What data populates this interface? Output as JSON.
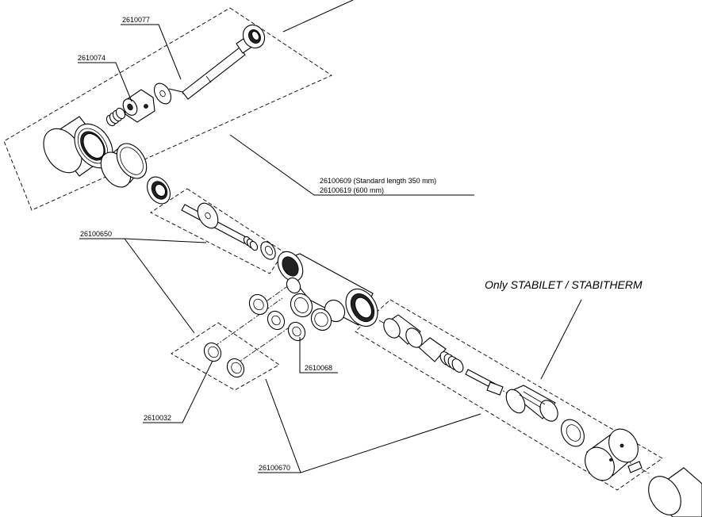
{
  "labels": {
    "p2610077": "2610077",
    "p2610074": "2610074",
    "p26100609": "26100609 (Standard length 350 mm)",
    "p26100619": "26100619 (600 mm)",
    "p26100650": "26100650",
    "p2610068": "2610068",
    "p2610032": "2610032",
    "p26100670": "26100670",
    "note_stabilet": "Only STABILET / STABITHERM"
  }
}
